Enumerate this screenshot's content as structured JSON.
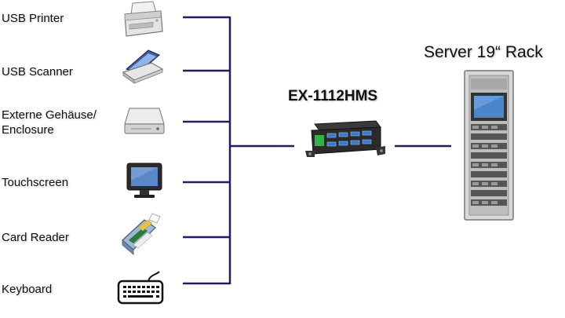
{
  "devices": [
    {
      "label": "USB Printer",
      "icon": "printer-icon"
    },
    {
      "label": "USB Scanner",
      "icon": "scanner-icon"
    },
    {
      "label_line1": "Externe Gehäuse/",
      "label_line2": "Enclosure",
      "icon": "hard-drive-icon"
    },
    {
      "label": "Touchscreen",
      "icon": "touchscreen-icon"
    },
    {
      "label": "Card Reader",
      "icon": "card-reader-icon"
    },
    {
      "label": "Keyboard",
      "icon": "keyboard-icon"
    }
  ],
  "hub": {
    "label": "EX-1112HMS",
    "icon": "usb-hub-icon"
  },
  "server": {
    "label": "Server 19“ Rack",
    "icon": "server-rack-icon"
  },
  "colors": {
    "line": "#1f1f5c",
    "hub_body": "#2a2a2a",
    "hub_port": "#3a78c8",
    "hub_led": "#2fb34a"
  }
}
